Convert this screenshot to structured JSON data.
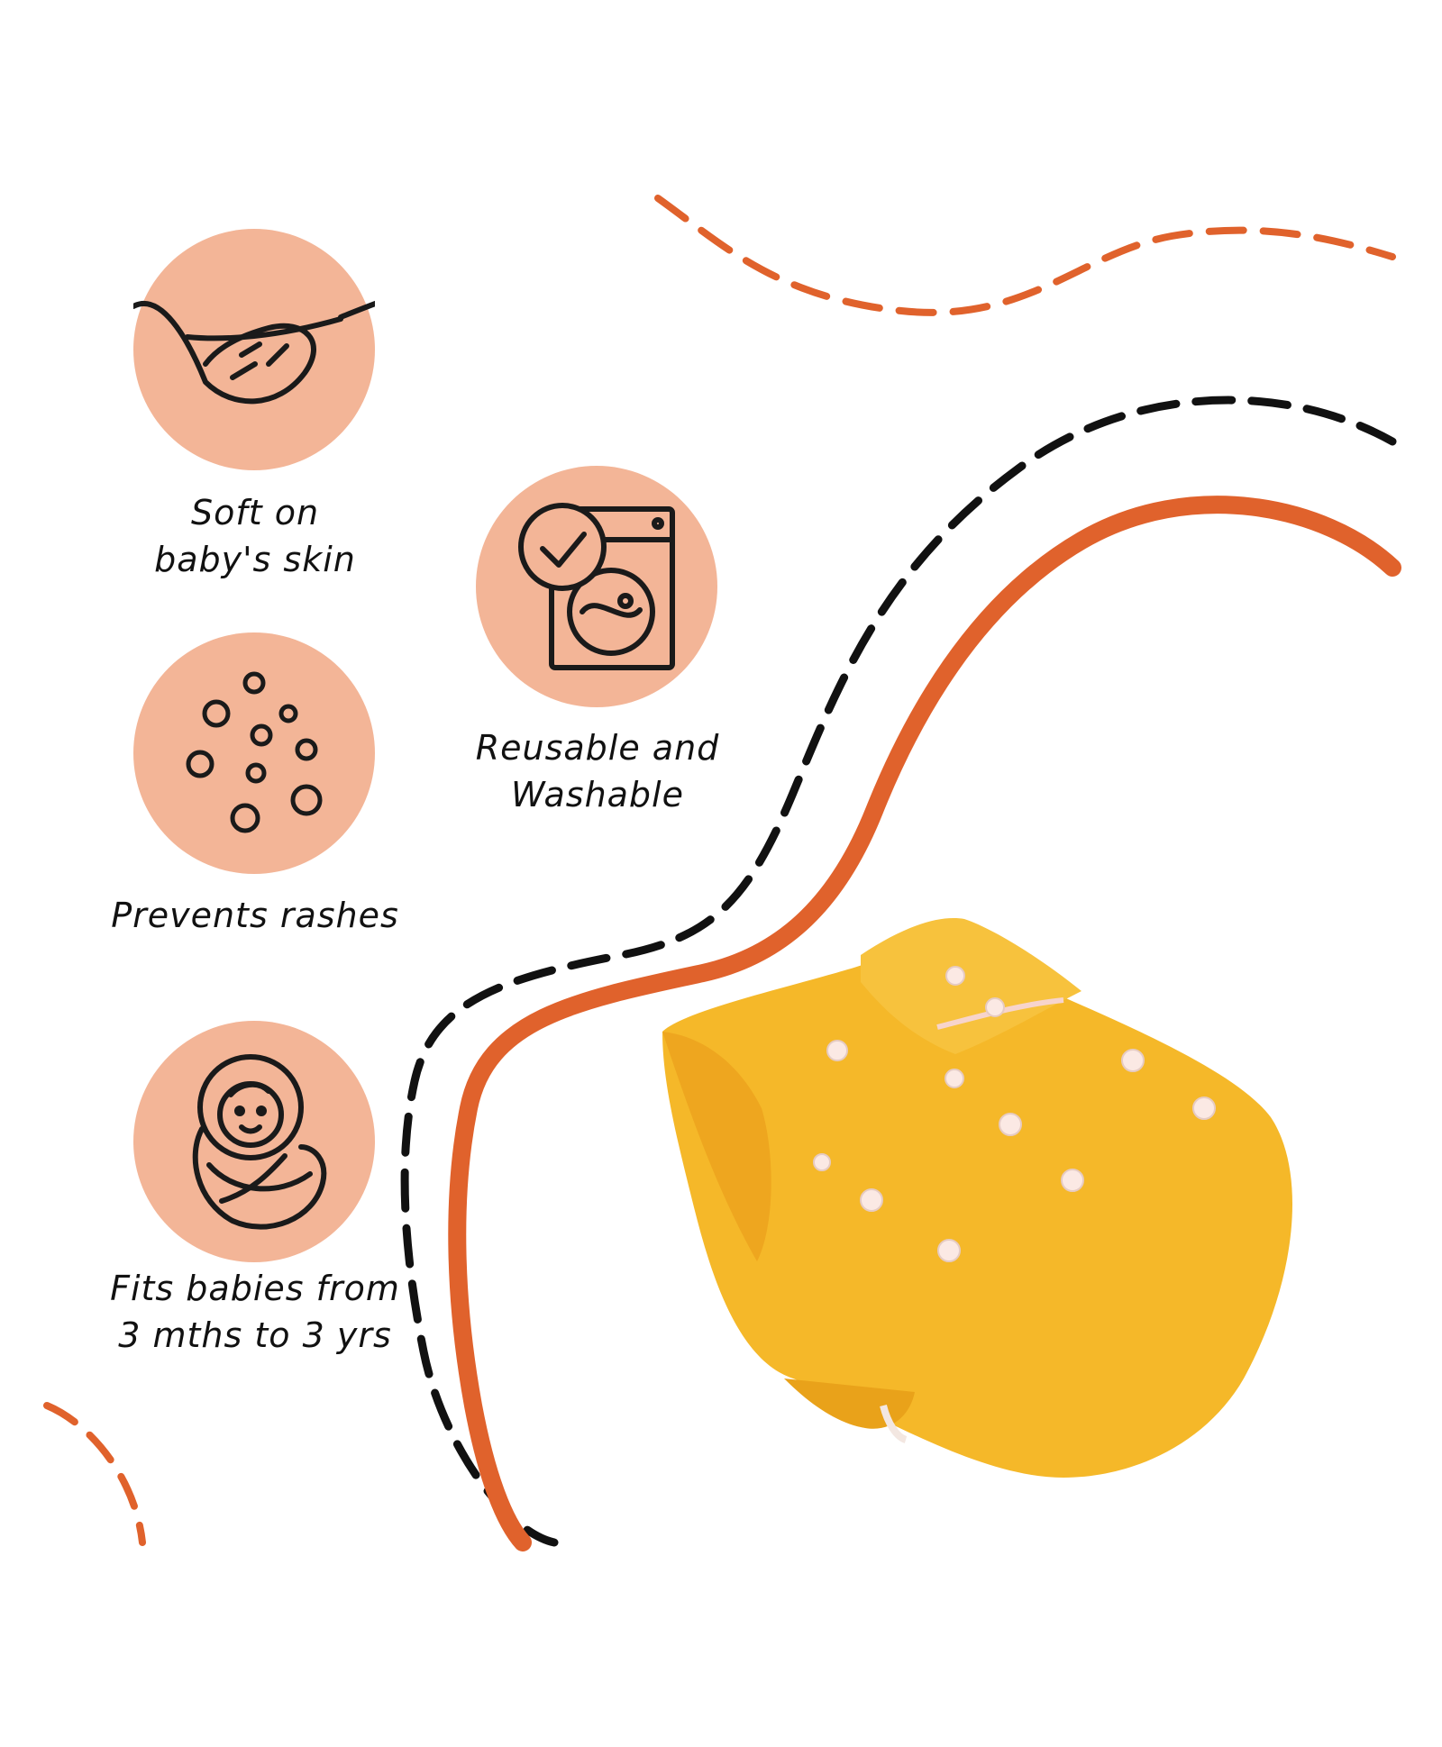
{
  "features": [
    {
      "icon": "feather-icon",
      "line1": "Soft on",
      "line2": "baby's skin"
    },
    {
      "icon": "washing-machine-icon",
      "line1": "Reusable and",
      "line2": "Washable"
    },
    {
      "icon": "dots-icon",
      "line1": "Prevents rashes",
      "line2": ""
    },
    {
      "icon": "swaddled-baby-icon",
      "line1": "Fits babies from",
      "line2": "3 mths to 3 yrs"
    }
  ],
  "colors": {
    "badge": "#f3b597",
    "accent_orange": "#e0622c",
    "dash_black": "#111111",
    "diaper_yellow": "#f5b829",
    "snap_white": "#fbe9e4"
  },
  "product": {
    "icon": "cloth-diaper-image"
  }
}
